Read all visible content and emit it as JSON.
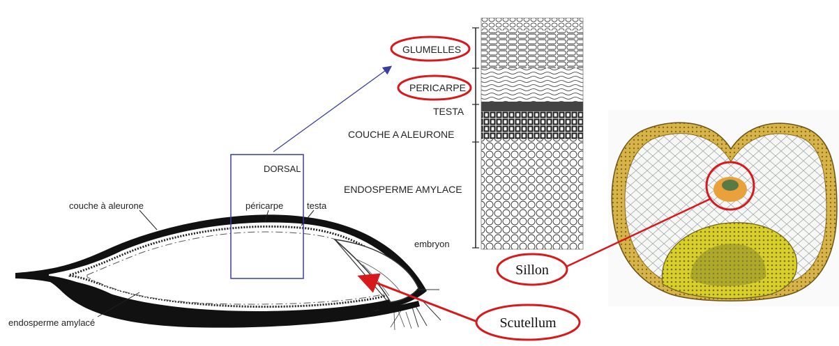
{
  "longitudinal_section": {
    "label_aleurone": "couche à aleurone",
    "label_pericarp": "péricarpe",
    "label_testa": "testa",
    "label_dorsal": "DORSAL",
    "label_endosperm": "endosperme amylacé"
  },
  "tissue_layers": {
    "label_glumelles": "GLUMELLES",
    "label_pericarpe": "PERICARPE",
    "label_testa": "TESTA",
    "label_aleurone": "COUCHE A ALEURONE",
    "label_endosperme": "ENDOSPERME AMYLACE",
    "label_embryon": "embryon"
  },
  "callouts": {
    "scutellum": "Scutellum",
    "sillon": "Sillon"
  },
  "colors": {
    "highlight_red": "#d7191c",
    "arrow_blue": "#3a3f9e",
    "grain_fill": "#f2f1e6",
    "aleurone_gold": "#c9a227",
    "embryo_yellow": "#d9cf2a"
  }
}
